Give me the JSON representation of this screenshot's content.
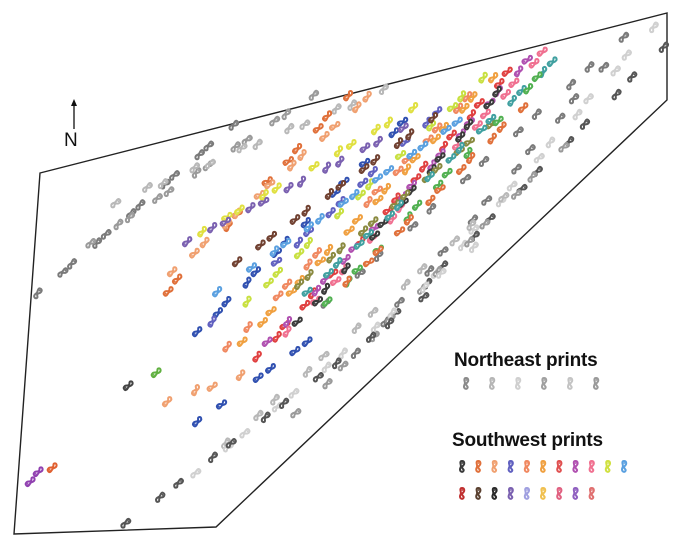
{
  "north_label": "N",
  "legend": {
    "northeast_title": "Northeast prints",
    "southwest_title": "Southwest prints",
    "northeast_colors": [
      "#8a8a8a",
      "#b5b5b5",
      "#cfcfcf",
      "#a0a0a0",
      "#c4c4c4",
      "#9a9a9a"
    ],
    "southwest_colors_row1": [
      "#3a3a3a",
      "#e0703a",
      "#f0a070",
      "#6060c0",
      "#f08860",
      "#f0a040",
      "#e05050",
      "#b050b0",
      "#f07090",
      "#d0e040",
      "#5aa0e0"
    ],
    "southwest_colors_row2": [
      "#c03030",
      "#5a4030",
      "#2a2a2a",
      "#7a60b0",
      "#a0a0e0",
      "#f0c050",
      "#e06080",
      "#9060c0",
      "#e07070"
    ]
  },
  "palette": {
    "outline": "#111111",
    "northeast": [
      "#7a7a7a",
      "#9a9a9a",
      "#b8b8b8",
      "#d0d0d0",
      "#555555"
    ],
    "southwest": [
      "#e0703a",
      "#f0a070",
      "#3050b0",
      "#6060c0",
      "#f08860",
      "#f0a040",
      "#e04040",
      "#b050b0",
      "#f07090",
      "#c8e040",
      "#5aa0e0",
      "#3a3a3a",
      "#704030",
      "#8a8a40",
      "#40a0a0",
      "#e0e040",
      "#7a60b0",
      "#50b050"
    ]
  }
}
